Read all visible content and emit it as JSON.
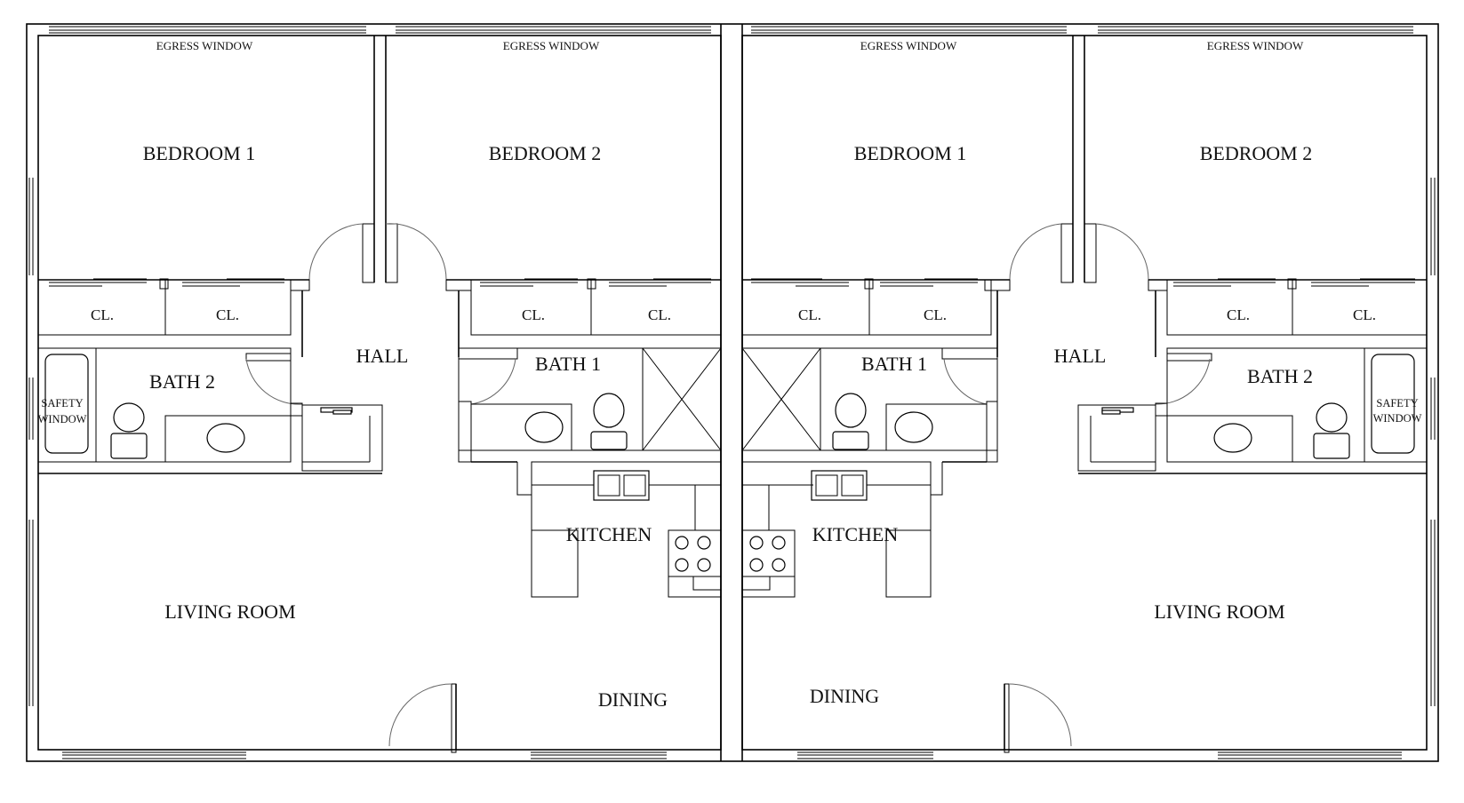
{
  "labels": {
    "egress_window": "EGRESS WINDOW",
    "bedroom1": "BEDROOM 1",
    "bedroom2": "BEDROOM 2",
    "closet": "CL.",
    "hall": "HALL",
    "bath1": "BATH 1",
    "bath2": "BATH 2",
    "safety1": "SAFETY",
    "safety2": "WINDOW",
    "kitchen": "KITCHEN",
    "living": "LIVING ROOM",
    "dining": "DINING"
  }
}
